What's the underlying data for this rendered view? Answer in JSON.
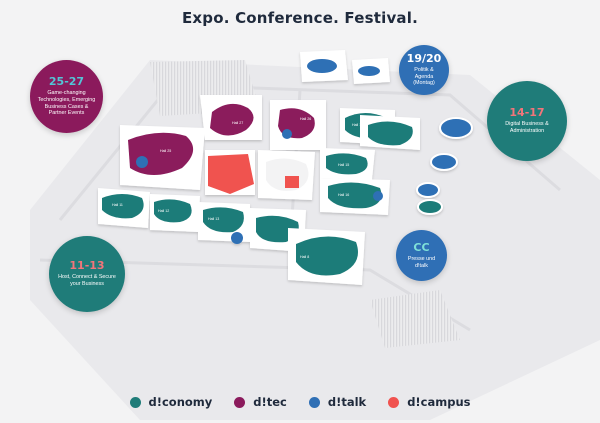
{
  "title": "Expo. Conference. Festival.",
  "colors": {
    "diconomy": "#1f7c79",
    "ditec": "#8b1a5c",
    "ditalk": "#2f6fb5",
    "dicampus": "#f0524f"
  },
  "callouts": [
    {
      "id": "2527",
      "number": "25-27",
      "text": "Game-changing Technologies, Emerging Business Cases & Partner Events"
    },
    {
      "id": "1920",
      "number": "19/20",
      "text": "Politik & Agenda (Montag)"
    },
    {
      "id": "1417",
      "number": "14-17",
      "text": "Digital Business & Administration"
    },
    {
      "id": "1113",
      "number": "11-13",
      "text": "Host, Connect & Secure your Business"
    },
    {
      "id": "cc",
      "number": "CC",
      "text": "Presse und d!talk"
    }
  ],
  "legend": [
    {
      "label": "d!conomy",
      "color": "#1f7c79"
    },
    {
      "label": "d!tec",
      "color": "#8b1a5c"
    },
    {
      "label": "d!talk",
      "color": "#2f6fb5"
    },
    {
      "label": "d!campus",
      "color": "#f0524f"
    }
  ]
}
